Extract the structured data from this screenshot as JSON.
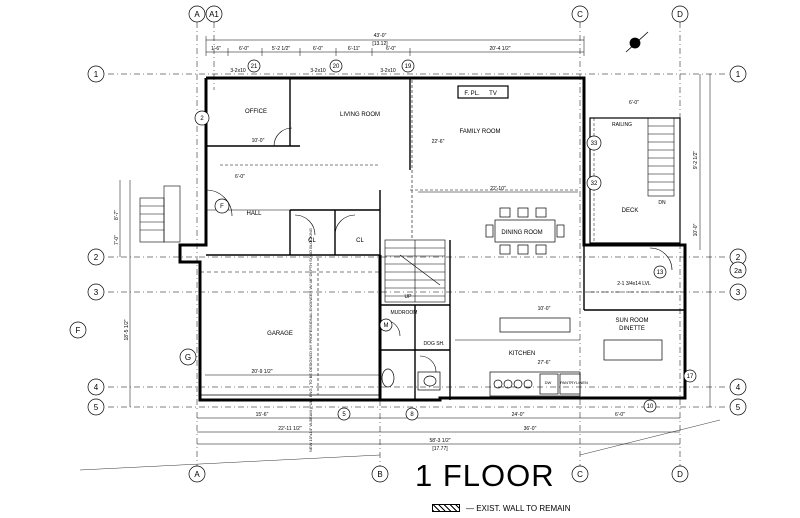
{
  "title": "1 FLOOR",
  "legend": {
    "label": "— EXIST. WALL TO REMAIN"
  },
  "grid": {
    "columns_top": [
      "A",
      "A1",
      "C",
      "D"
    ],
    "columns_bottom": [
      "A",
      "B",
      "C",
      "D"
    ],
    "rows_left": [
      "1",
      "2",
      "3",
      "4",
      "5"
    ],
    "rows_right": [
      "1",
      "2",
      "2a",
      "3",
      "4",
      "5"
    ],
    "side": [
      "F",
      "G"
    ]
  },
  "rooms": {
    "office": "OFFICE",
    "living": "LIVING ROOM",
    "family": "FAMILY ROOM",
    "fpl": "F. PL.",
    "tv": "TV",
    "hall": "HALL",
    "cl1": "CL",
    "cl2": "CL",
    "dining": "DINING ROOM",
    "deck": "DECK",
    "railing": "RAILING",
    "garage": "GARAGE",
    "mudroom": "MUDROOM",
    "dog": "DOG SH.",
    "kitchen": "KITCHEN",
    "sunroom": "SUN ROOM",
    "dinette": "DINETTE",
    "pantry": "PANTRY",
    "linen": "LINEN",
    "dw": "DW",
    "dn": "DN",
    "up": "UP"
  },
  "dims": {
    "overall_top": "43'-0\"",
    "overall_top_m": "[13.12]",
    "top_right": "20'-4 1/2\"",
    "seg1": "1'-6\"",
    "seg2": "6'-0\"",
    "seg3": "5'-2 1/2\"",
    "seg4": "6'-0\"",
    "seg5": "6'-11\"",
    "seg6": "6'-0\"",
    "family_w": "22'-6\"",
    "dining_w": "22'-10\"",
    "office_h": "10'-0\"",
    "hall_w": "6'-0\"",
    "garage_w": "20'-9 1/2\"",
    "kitchen_w": "27'-6\"",
    "kitchen_top": "10'-0\"",
    "deck_h": "10'-0\"",
    "deck_top": "6'-0\"",
    "right_total": "9'-2 1/2\"",
    "bottom_total": "58'-3 1/2\"",
    "bottom_total_m": "[17.77]",
    "bottom_a": "22'-11 1/2\"",
    "bottom_b": "15'-6\"",
    "bottom_c": "36'-0\"",
    "bottom_d": "24'-0\"",
    "bottom_e": "6'-0\"",
    "left_h1": "18'-5 1/2\"",
    "left_h2": "8'-7\"",
    "left_h3": "7'-0\"",
    "garage_note": "NEW 10\"x14\" W-BEAM (FULL ENG.) TO BE DESIGNED BY PROFESSIONAL ENGINEER W/ 48\" DEPTH SOLID BLOCKING",
    "lvl": "2-1 3/4x14 LVL",
    "header1": "3-2x10",
    "header2": "3-2x10",
    "header3": "3-2x10"
  },
  "callouts": [
    "21",
    "20",
    "19",
    "2",
    "33",
    "32",
    "F",
    "13",
    "M",
    "17",
    "5",
    "8",
    "10"
  ]
}
